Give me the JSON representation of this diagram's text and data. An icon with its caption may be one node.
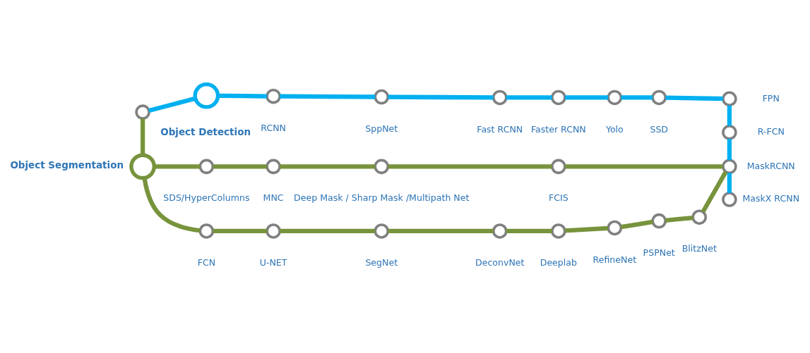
{
  "diagram": {
    "nodes": [
      {
        "text": [],
        "shape": "circle"
      },
      {
        "text": [],
        "shape": "circle",
        "beside": [
          "Object Detection"
        ]
      },
      {
        "text": [],
        "shape": "circle",
        "beside": [
          "RCNN"
        ]
      },
      {
        "text": [],
        "shape": "circle",
        "beside": [
          "SppNet"
        ]
      },
      {
        "text": [],
        "shape": "circle",
        "beside": [
          "Fast RCNN"
        ]
      },
      {
        "text": [],
        "shape": "circle",
        "beside": [
          "Faster RCNN"
        ]
      },
      {
        "text": [],
        "shape": "circle",
        "beside": [
          "Yolo"
        ]
      },
      {
        "text": [],
        "shape": "circle",
        "beside": [
          "SSD"
        ]
      },
      {
        "text": [],
        "shape": "circle",
        "beside": [
          "FPN"
        ]
      },
      {
        "text": [],
        "shape": "circle",
        "beside": [
          "R-FCN"
        ]
      },
      {
        "text": [],
        "shape": "circle",
        "beside": [
          "Object Segmentation"
        ]
      },
      {
        "text": [],
        "shape": "circle",
        "beside": [
          "SDS/HyperColumns"
        ]
      },
      {
        "text": [],
        "shape": "circle",
        "beside": [
          "MNC"
        ]
      },
      {
        "text": [],
        "shape": "circle",
        "beside": [
          "Deep Mask / Sharp Mask /Multipath Net"
        ]
      },
      {
        "text": [],
        "shape": "circle",
        "beside": [
          "FCIS"
        ]
      },
      {
        "text": [],
        "shape": "circle",
        "beside": [
          "FCN"
        ]
      },
      {
        "text": [],
        "shape": "circle",
        "beside": [
          "U-NET"
        ]
      },
      {
        "text": [],
        "shape": "circle",
        "beside": [
          "SegNet"
        ]
      },
      {
        "text": [],
        "shape": "circle",
        "beside": [
          "DeconvNet"
        ]
      },
      {
        "text": [],
        "shape": "circle",
        "beside": [
          "Deeplab"
        ]
      },
      {
        "text": [],
        "shape": "circle",
        "beside": [
          "RefineNet"
        ]
      },
      {
        "text": [],
        "shape": "circle",
        "beside": [
          "PSPNet"
        ]
      },
      {
        "text": [],
        "shape": "circle",
        "beside": [
          "BlitzNet"
        ]
      },
      {
        "text": [],
        "shape": "circle",
        "beside": [
          "MaskRCNN"
        ]
      },
      {
        "text": [],
        "shape": "circle",
        "beside": [
          "MaskX RCNN"
        ]
      }
    ],
    "edges": [
      {
        "from": 0,
        "to": 1,
        "arrow": "none",
        "color": "#00b0f0"
      },
      {
        "from": 1,
        "to": 2,
        "arrow": "none",
        "color": "#00b0f0"
      },
      {
        "from": 2,
        "to": 3,
        "arrow": "none",
        "color": "#00b0f0"
      },
      {
        "from": 3,
        "to": 4,
        "arrow": "none",
        "color": "#00b0f0"
      },
      {
        "from": 4,
        "to": 5,
        "arrow": "none",
        "color": "#00b0f0"
      },
      {
        "from": 5,
        "to": 6,
        "arrow": "none",
        "color": "#00b0f0"
      },
      {
        "from": 6,
        "to": 7,
        "arrow": "none",
        "color": "#00b0f0"
      },
      {
        "from": 7,
        "to": 8,
        "arrow": "none",
        "color": "#00b0f0"
      },
      {
        "from": 8,
        "to": 9,
        "arrow": "none",
        "color": "#00b0f0"
      },
      {
        "from": 9,
        "to": 23,
        "arrow": "none",
        "color": "#00b0f0"
      },
      {
        "from": 23,
        "to": 24,
        "arrow": "none",
        "color": "#00b0f0"
      },
      {
        "from": 0,
        "to": 10,
        "arrow": "none"
      },
      {
        "from": 10,
        "to": 11,
        "arrow": "none"
      },
      {
        "from": 11,
        "to": 12,
        "arrow": "none"
      },
      {
        "from": 12,
        "to": 13,
        "arrow": "none"
      },
      {
        "from": 13,
        "to": 14,
        "arrow": "none"
      },
      {
        "from": 14,
        "to": 23,
        "arrow": "none"
      },
      {
        "from": 10,
        "to": 15,
        "arrow": "none"
      },
      {
        "from": 15,
        "to": 16,
        "arrow": "none"
      },
      {
        "from": 16,
        "to": 17,
        "arrow": "none"
      },
      {
        "from": 17,
        "to": 18,
        "arrow": "none"
      },
      {
        "from": 18,
        "to": 19,
        "arrow": "none"
      },
      {
        "from": 19,
        "to": 20,
        "arrow": "none"
      },
      {
        "from": 20,
        "to": 21,
        "arrow": "none"
      },
      {
        "from": 21,
        "to": 22,
        "arrow": "none"
      },
      {
        "from": 22,
        "to": 23,
        "arrow": "none"
      }
    ]
  }
}
